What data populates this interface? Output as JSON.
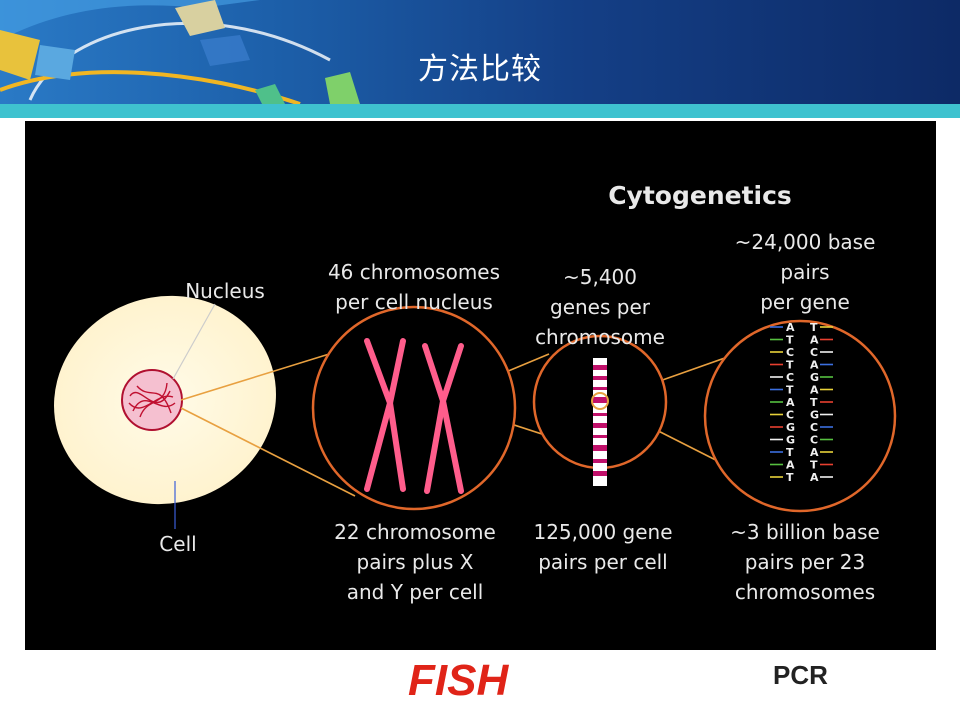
{
  "header": {
    "title": "方法比较",
    "colors": {
      "bar": "#3fc2cf",
      "band": "#143f86"
    }
  },
  "figure": {
    "heading": "Cytogenetics",
    "labels": {
      "nucleus": "Nucleus",
      "cell": "Cell",
      "chromosomes_top": [
        "46 chromosomes",
        "per cell nucleus"
      ],
      "genes_top": [
        "~5,400",
        "genes per",
        "chromosome"
      ],
      "bases_top": [
        "~24,000 base",
        "pairs",
        "per gene"
      ],
      "chromosomes_bottom": [
        "22 chromosome",
        "pairs plus X",
        "and Y per cell"
      ],
      "genes_bottom": [
        "125,000 gene",
        "pairs per cell"
      ],
      "bases_bottom": [
        "~3 billion base",
        "pairs per 23",
        "chromosomes"
      ]
    },
    "dna_left": [
      "A",
      "T",
      "C",
      "T",
      "C",
      "T",
      "A",
      "C",
      "G",
      "G",
      "T",
      "A",
      "T"
    ],
    "dna_right": [
      "T",
      "A",
      "C",
      "A",
      "G",
      "A",
      "T",
      "G",
      "C",
      "C",
      "A",
      "T",
      "A"
    ]
  },
  "bottom": {
    "left_label": "FISH",
    "right_label": "PCR"
  }
}
